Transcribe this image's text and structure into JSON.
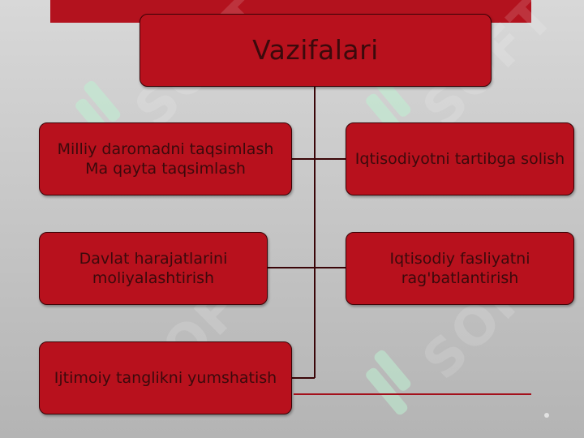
{
  "diagram": {
    "title": "Vazifalari",
    "nodes": [
      {
        "id": "n1",
        "label": "Milliy daromadni taqsimlash\nMa qayta taqsimlash"
      },
      {
        "id": "n2",
        "label": "Iqtisodiyotni tartibga solish"
      },
      {
        "id": "n3",
        "label": "Davlat harajatlarini\nmoliyalashtirish"
      },
      {
        "id": "n4",
        "label": "Iqtisodiy fasliyatni\nrag'batlantirish"
      },
      {
        "id": "n5",
        "label": "Ijtimoiy tanglikni yumshatish"
      }
    ]
  },
  "watermark": {
    "text": "SOFT"
  },
  "colors": {
    "box": "#b8111d",
    "text": "#3b0a0c",
    "connector": "#5a0a0e",
    "background": "#cccccc"
  }
}
